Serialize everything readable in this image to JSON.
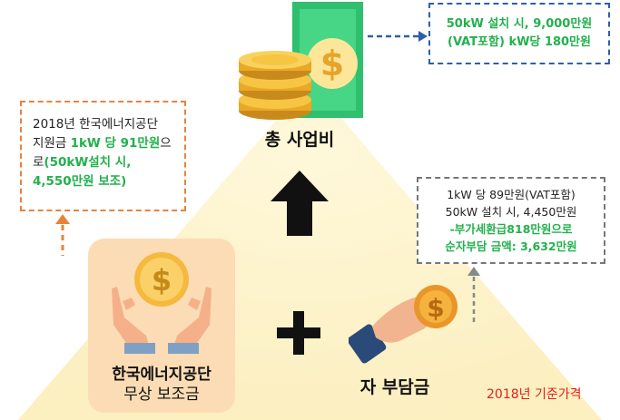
{
  "top_box": {
    "line1": "50kW 설치 시, 9,000만원",
    "line2": "(VAT포함) kW당 180만원"
  },
  "total_label": "총 사업비",
  "left_box": {
    "line1": "2018년 한국에너지공단",
    "line2a": "지원금 ",
    "line2b": "1kW 당 91만원",
    "line2c": "으",
    "line3a": "로",
    "line3b": "(50kW설치 시,",
    "line4": "4,550만원 보조)"
  },
  "right_box": {
    "line1": "1kW 당 89만원(VAT포함)",
    "line2": "50kW 설치 시, 4,450만원",
    "line3": "-부가세환급818만원으로",
    "line4": "순자부담 금액: 3,632만원"
  },
  "subsidy": {
    "line1": "한국에너지공단",
    "line2": "무상 보조금"
  },
  "self_label": "자 부담금",
  "base_year": "2018년 기준가격",
  "colors": {
    "green_text": "#22b14c",
    "blue_border": "#2e5fa8",
    "orange_border": "#e8833a",
    "gray_border": "#777777",
    "red_text": "#e02020",
    "pyramid": "#fdf3c6",
    "card": "#fbdcb4"
  },
  "icons": [
    "money-bill-icon",
    "coin-stack-icon",
    "up-arrow-icon",
    "hands-coin-icon",
    "plus-icon",
    "hand-coin-icon"
  ]
}
